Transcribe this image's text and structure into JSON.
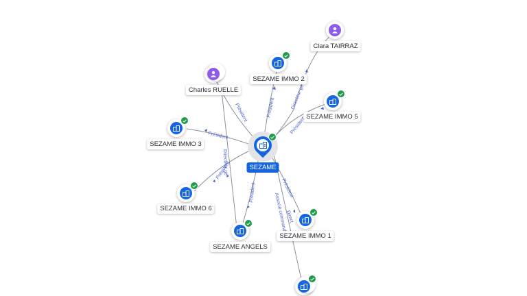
{
  "nodes": {
    "sezame": {
      "label": "SEZAME"
    },
    "clara_tairraz": {
      "label": "Clara TAIRRAZ"
    },
    "charles_ruelle": {
      "label": "Charles RUELLE"
    },
    "sezame_immo_2": {
      "label": "SEZAME IMMO 2"
    },
    "sezame_immo_5": {
      "label": "SEZAME IMMO 5"
    },
    "sezame_immo_3": {
      "label": "SEZAME IMMO 3"
    },
    "sezame_immo_6": {
      "label": "SEZAME IMMO 6"
    },
    "sezame_angels": {
      "label": "SEZAME ANGELS"
    },
    "sezame_immo_1": {
      "label": "SEZAME IMMO 1"
    }
  },
  "edge_labels": {
    "president": "Président",
    "directeur_general": "Directeur gé",
    "directeur_general_2": "Directeur gé",
    "directeur_general_3": "Direct",
    "associe": "Associé commandit",
    "president_2": "Président",
    "president_3": "Président",
    "president_4": "Président",
    "president_5": "Président",
    "president_6": "Président",
    "president_7": "Président"
  },
  "colors": {
    "company": "#1565e0",
    "person": "#8e5be8",
    "verified": "#1f9b4b",
    "edge": "#8a8f9c",
    "edge_label": "#4a63c9"
  },
  "icons": {
    "company": "building-icon",
    "person": "person-icon",
    "verified": "check-badge-icon"
  }
}
